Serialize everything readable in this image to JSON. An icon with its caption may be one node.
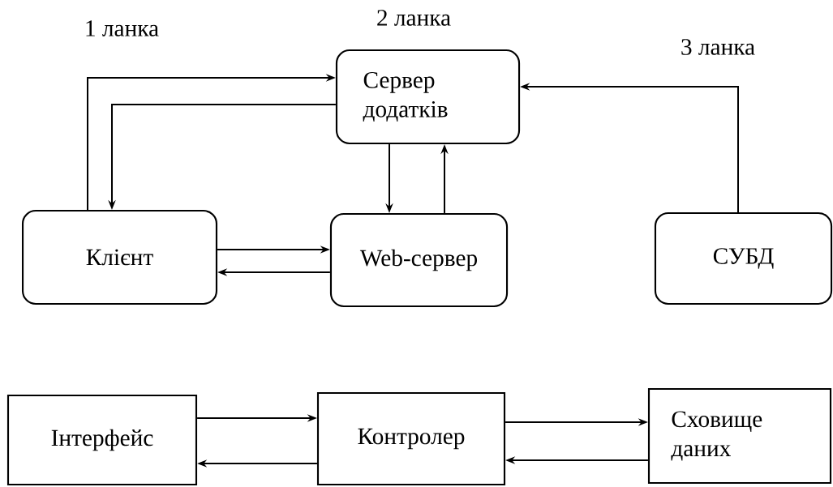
{
  "diagram": {
    "nodes": [
      {
        "text": [
          "Сервер додатків"
        ]
      },
      {
        "text": [
          "Клієнт"
        ]
      },
      {
        "text": [
          "Web-сервер"
        ]
      },
      {
        "text": [
          "СУБД"
        ]
      },
      {
        "text": [
          "Інтерфейс"
        ]
      },
      {
        "text": [
          "Контролер"
        ]
      },
      {
        "text": [
          "Сховище даних"
        ]
      }
    ],
    "edges": [
      {
        "from": 1,
        "to": 0,
        "arrow": "to"
      },
      {
        "from": 0,
        "to": 1,
        "arrow": "to"
      },
      {
        "from": 0,
        "to": 2,
        "arrow": "to"
      },
      {
        "from": 2,
        "to": 0,
        "arrow": "to"
      },
      {
        "from": 1,
        "to": 2,
        "arrow": "to"
      },
      {
        "from": 2,
        "to": 1,
        "arrow": "to"
      },
      {
        "from": 3,
        "to": 0,
        "arrow": "to"
      },
      {
        "from": 4,
        "to": 5,
        "arrow": "to"
      },
      {
        "from": 5,
        "to": 4,
        "arrow": "to"
      },
      {
        "from": 5,
        "to": 6,
        "arrow": "to"
      },
      {
        "from": 6,
        "to": 5,
        "arrow": "to"
      }
    ],
    "labels": [
      "1 ланка",
      "2 ланка",
      "3 ланка"
    ]
  }
}
